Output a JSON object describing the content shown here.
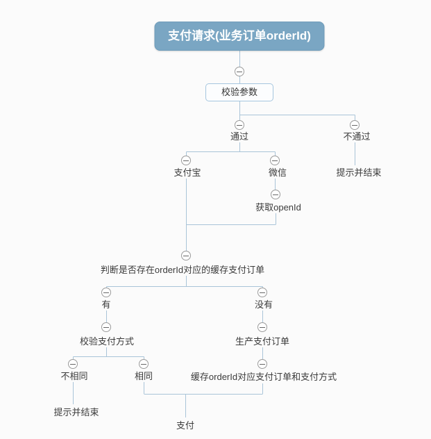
{
  "app": {
    "type": "mindmap-flow-diagram",
    "background_color": "#fbfbfb"
  },
  "colors": {
    "root_fill": "#7aa6c3",
    "root_border": "#6f9cba",
    "root_text": "#ffffff",
    "connector_line": "#a9c4d8",
    "box_border": "#a5c6df",
    "box_fill": "#fcfdfe",
    "label_text": "#3b3b3b",
    "collapse_border": "#9a9a9a",
    "collapse_glyph": "#666666"
  },
  "icons": {
    "collapse": "minus-circle-icon",
    "collapse_glyph": "−",
    "collapse_count": 14
  },
  "nodes": {
    "root": {
      "label": "支付请求(业务订单orderId)"
    },
    "validate_params": {
      "label": "校验参数"
    },
    "pass": {
      "label": "通过"
    },
    "fail": {
      "label": "不通过"
    },
    "fail_end": {
      "label": "提示并结束"
    },
    "alipay": {
      "label": "支付宝"
    },
    "wechat": {
      "label": "微信"
    },
    "get_openid": {
      "label": "获取openId"
    },
    "check_cached_order": {
      "label": "判断是否存在orderId对应的缓存支付订单"
    },
    "has_order": {
      "label": "有"
    },
    "no_order": {
      "label": "没有"
    },
    "verify_pay_method": {
      "label": "校验支付方式"
    },
    "create_pay_order": {
      "label": "生产支付订单"
    },
    "not_same": {
      "label": "不相同"
    },
    "same": {
      "label": "相同"
    },
    "cache_order": {
      "label": "缓存orderId对应支付订单和支付方式"
    },
    "not_same_end": {
      "label": "提示并结束"
    },
    "pay": {
      "label": "支付"
    }
  },
  "edges": [
    [
      "root",
      "validate_params"
    ],
    [
      "validate_params",
      "pass"
    ],
    [
      "validate_params",
      "fail"
    ],
    [
      "fail",
      "fail_end"
    ],
    [
      "pass",
      "alipay"
    ],
    [
      "pass",
      "wechat"
    ],
    [
      "wechat",
      "get_openid"
    ],
    [
      "alipay",
      "check_cached_order"
    ],
    [
      "get_openid",
      "check_cached_order"
    ],
    [
      "check_cached_order",
      "has_order"
    ],
    [
      "check_cached_order",
      "no_order"
    ],
    [
      "has_order",
      "verify_pay_method"
    ],
    [
      "no_order",
      "create_pay_order"
    ],
    [
      "verify_pay_method",
      "not_same"
    ],
    [
      "verify_pay_method",
      "same"
    ],
    [
      "create_pay_order",
      "cache_order"
    ],
    [
      "not_same",
      "not_same_end"
    ],
    [
      "same",
      "pay"
    ],
    [
      "cache_order",
      "pay"
    ]
  ]
}
